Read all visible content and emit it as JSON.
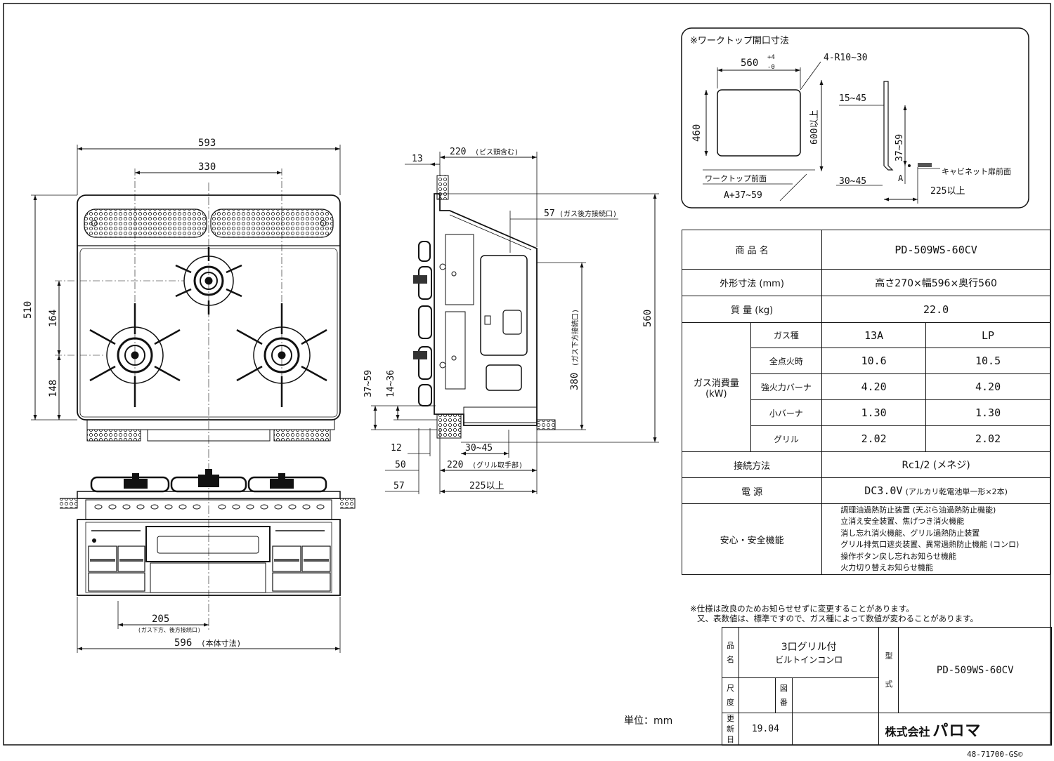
{
  "title_opening": "※ワークトップ開口寸法",
  "dims": {
    "opening_w": "560",
    "tol_plus": "+4",
    "tol_minus": "-0",
    "corner_r": "4-R10~30",
    "opening_d": "460",
    "min600": "600以上",
    "d15_45": "15~45",
    "d37_59": "37~59",
    "front_edge": "ワークトップ前面",
    "a_plus": "A+37~59",
    "d30_45": "30~45",
    "a_label": "A",
    "cabinet_front": "キャビネット扉前面",
    "d225": "225以上",
    "w593": "593",
    "w330": "330",
    "h510": "510",
    "h164": "164",
    "h148": "148",
    "side13": "13",
    "side220": "220",
    "screw_note": "(ビス頭含む)",
    "side57": "57",
    "rear_gas": "(ガス後方接続口)",
    "h380": "380",
    "under_gas": "(ガス下方接続口)",
    "h560": "560",
    "v37_59": "37~59",
    "v14_36": "14~36",
    "b12": "12",
    "b30_45": "30~45",
    "b50": "50",
    "b220": "220",
    "grill_handle": "(グリル取手部)",
    "b57": "57",
    "b225": "225以上",
    "w205": "205",
    "gas_note": "(ガス下方、後方接続口)",
    "w596": "596",
    "body_dim": "(本体寸法)"
  },
  "spec": {
    "product_label": "商 品 名",
    "product_value": "PD-509WS-60CV",
    "size_label": "外形寸法 (mm)",
    "size_value": "高さ270×幅596×奥行560",
    "mass_label": "質 量 (kg)",
    "mass_value": "22.0",
    "consumption_label": "ガス消費量",
    "consumption_unit": "(kW)",
    "gas_type_label": "ガス種",
    "gas_13a": "13A",
    "gas_lp": "LP",
    "rows": [
      {
        "label": "全点火時",
        "a": "10.6",
        "b": "10.5"
      },
      {
        "label": "強火力バーナ",
        "a": "4.20",
        "b": "4.20"
      },
      {
        "label": "小バーナ",
        "a": "1.30",
        "b": "1.30"
      },
      {
        "label": "グリル",
        "a": "2.02",
        "b": "2.02"
      }
    ],
    "conn_label": "接続方法",
    "conn_value": "Rc1/2 (メネジ)",
    "power_label": "電 源",
    "power_value": "DC3.0V",
    "power_note": "(アルカリ乾電池単一形×2本)",
    "safety_label": "安心・安全機能",
    "safety_items": [
      "調理油過熱防止装置 (天ぷら油過熱防止機能)",
      "立消え安全装置、焦げつき消火機能",
      "消し忘れ消火機能、グリル過熱防止装置",
      "グリル排気口遮炎装置、異常過熱防止機能 (コンロ)",
      "操作ボタン戻し忘れお知らせ機能",
      "火力切り替えお知らせ機能"
    ]
  },
  "notes": [
    "※仕様は改良のためお知らせせずに変更することがあります。",
    "又、表数値は、標準ですので、ガス種によって数値が変わることがあります。"
  ],
  "titleblock": {
    "name_label": [
      "品",
      "名"
    ],
    "name_line1": "3口グリル付",
    "name_line2": "ビルトインコンロ",
    "type_label": [
      "型",
      "式"
    ],
    "type_value": "PD-509WS-60CV",
    "scale_label": [
      "尺",
      "度"
    ],
    "drawing_label": [
      "図",
      "番"
    ],
    "date_label": [
      "更",
      "新",
      "日"
    ],
    "date_value": "19.04",
    "company": "株式会社",
    "logo": "パロマ"
  },
  "unit": "単位：mm",
  "doc_no": "48-71700-GS©"
}
